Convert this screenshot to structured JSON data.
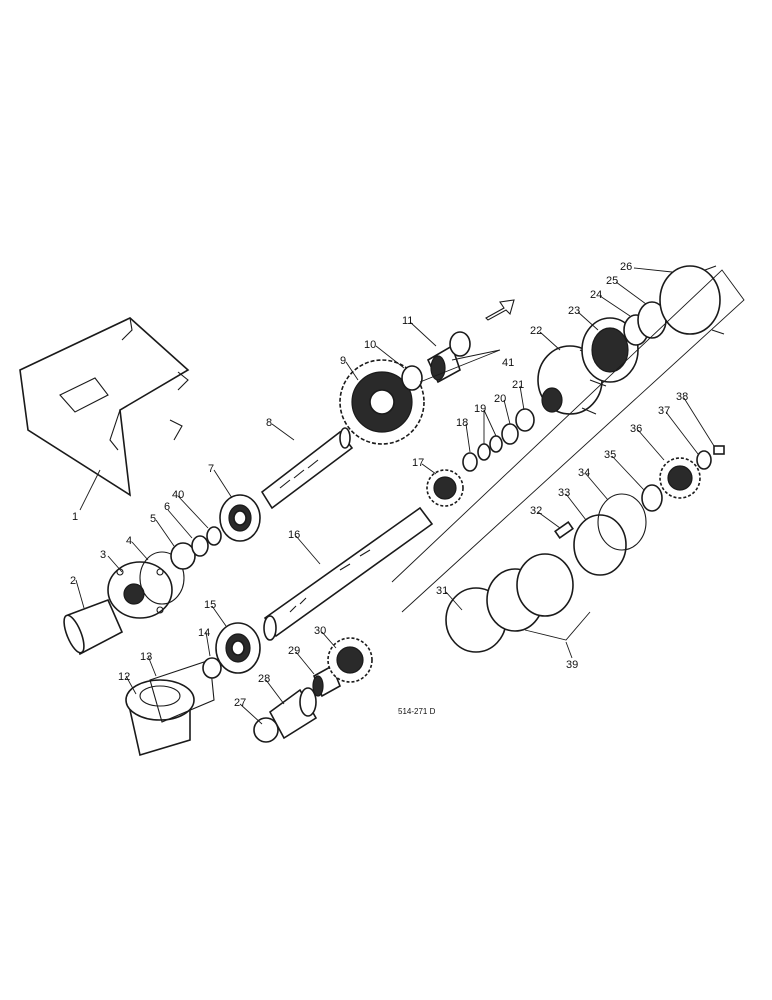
{
  "callouts": [
    "1",
    "2",
    "3",
    "4",
    "5",
    "6",
    "7",
    "8",
    "9",
    "10",
    "11",
    "12",
    "13",
    "14",
    "15",
    "16",
    "17",
    "18",
    "19",
    "20",
    "21",
    "22",
    "23",
    "24",
    "25",
    "26",
    "27",
    "28",
    "29",
    "30",
    "31",
    "32",
    "33",
    "34",
    "35",
    "36",
    "37",
    "38",
    "39",
    "40",
    "41"
  ],
  "reference_code": "514-271 D"
}
